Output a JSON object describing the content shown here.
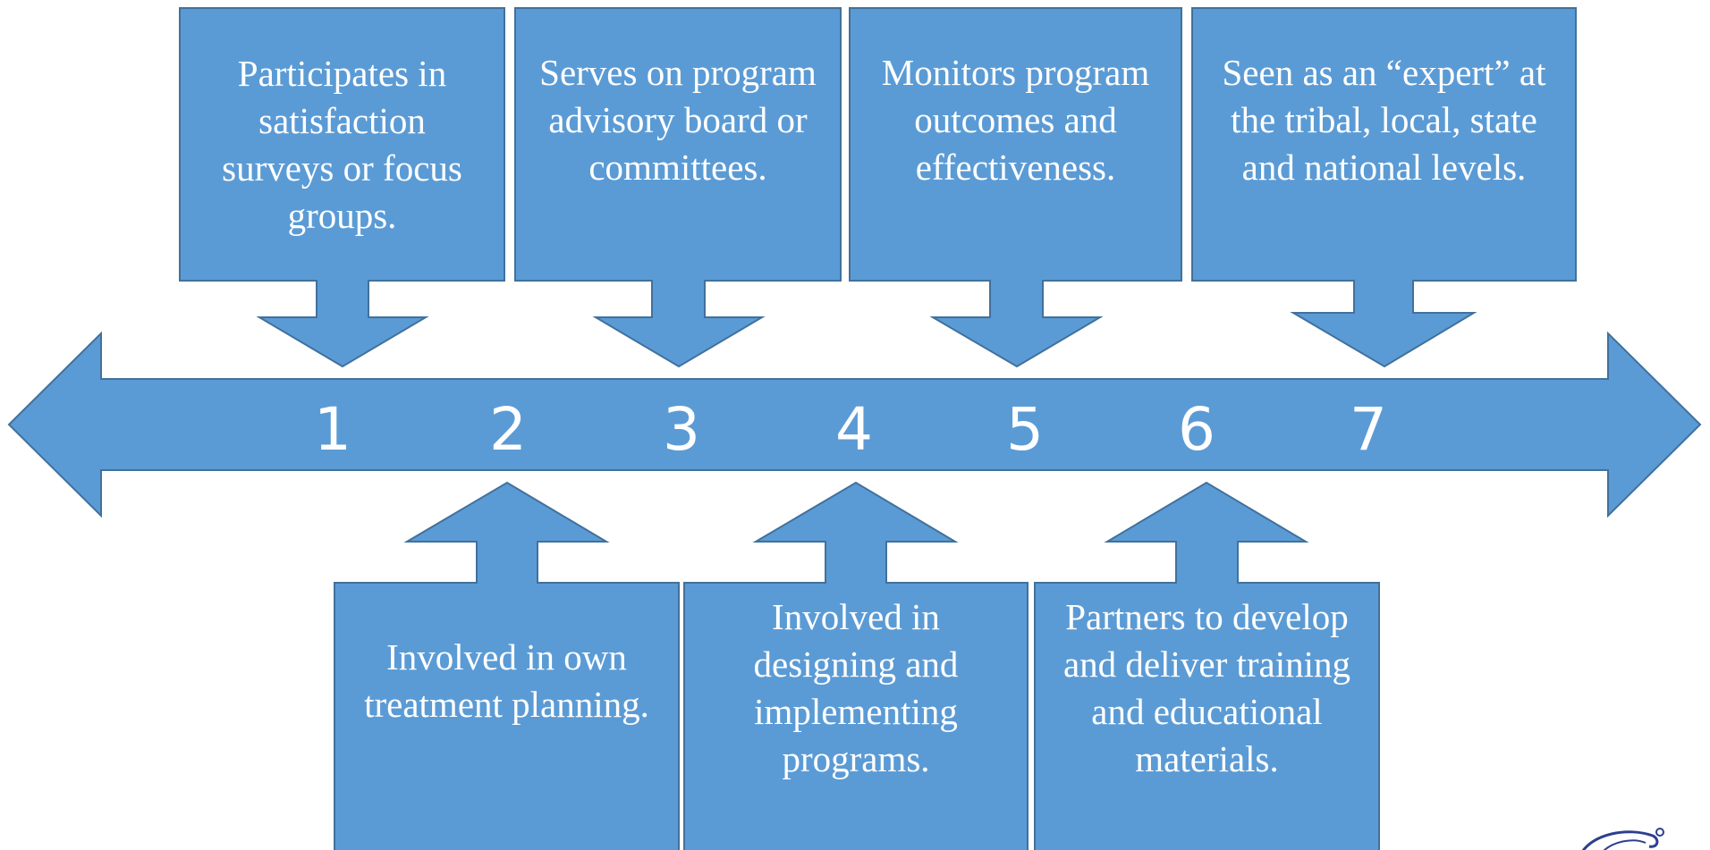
{
  "colors": {
    "fill": "#5b9bd5",
    "stroke": "#41719c",
    "text": "#ffffff",
    "logo": "#2e3f8f"
  },
  "scale": {
    "steps": [
      "1",
      "2",
      "3",
      "4",
      "5",
      "6",
      "7"
    ]
  },
  "callouts_top": [
    {
      "text": "Participates in\nsatisfaction\nsurveys or focus\ngroups."
    },
    {
      "text": "Serves on program\nadvisory board or\ncommittees."
    },
    {
      "text": "Monitors program\noutcomes and\neffectiveness."
    },
    {
      "text": "Seen as an “expert” at\nthe tribal, local, state\nand national levels."
    }
  ],
  "callouts_bottom": [
    {
      "text": "Involved in own\ntreatment planning."
    },
    {
      "text": "Involved in\ndesigning and\nimplementing\nprograms."
    },
    {
      "text": "Partners to develop\nand deliver training\nand educational\nmaterials."
    }
  ],
  "icons": {
    "timeline": "double-headed-arrow",
    "logo": "swirl-logo-icon"
  }
}
